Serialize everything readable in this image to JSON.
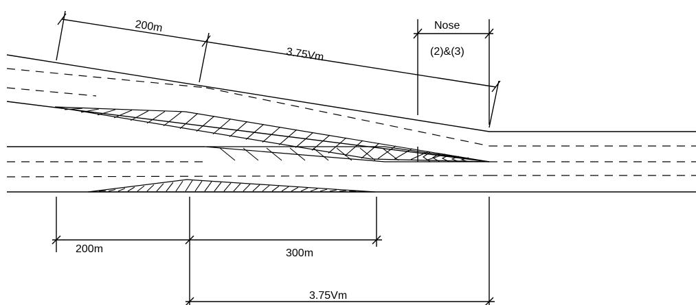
{
  "labels": {
    "top_200": "200m",
    "top_375": "3.75Vm",
    "nose": "Nose",
    "nose_ref": "(2)&(3)",
    "bottom_200": "200m",
    "bottom_300": "300m",
    "bottom_375": "3.75Vm"
  },
  "colors": {
    "ink": "#000000",
    "background": "#ffffff"
  }
}
